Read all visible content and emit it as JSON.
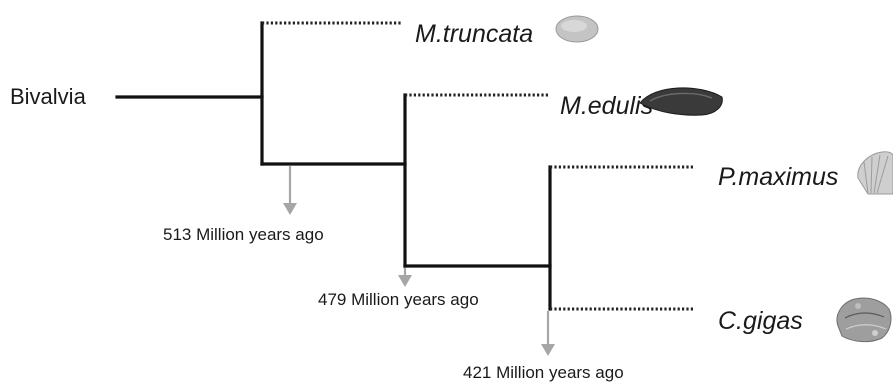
{
  "root": {
    "label": "Bivalvia"
  },
  "taxa": [
    {
      "name": "M.truncata"
    },
    {
      "name": "M.edulis"
    },
    {
      "name": "P.maximus"
    },
    {
      "name": "C.gigas"
    }
  ],
  "divergences": [
    {
      "label": "513 Million years ago"
    },
    {
      "label": "479 Million years ago"
    },
    {
      "label": "421 Million years ago"
    }
  ],
  "colors": {
    "branch": "#111111",
    "arrow": "#a6a6a6",
    "text": "#1a1a1a"
  }
}
